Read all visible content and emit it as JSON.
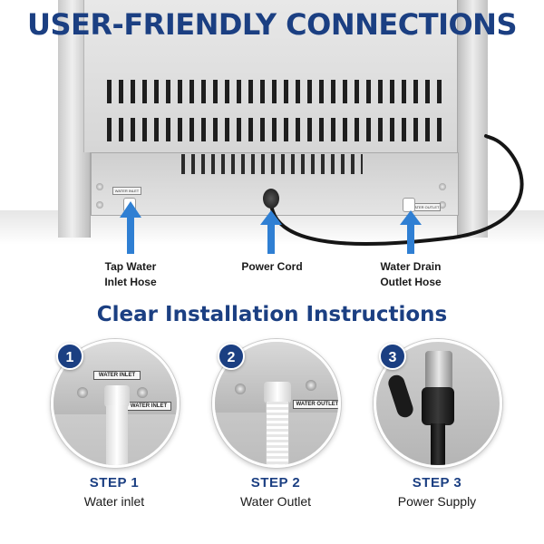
{
  "header": {
    "title": "USER-FRIENDLY CONNECTIONS"
  },
  "machine": {
    "water_inlet_tag": "WATER INLET",
    "water_outlet_tag": "WATER OUTLET"
  },
  "connections": [
    {
      "label_line1": "Tap Water",
      "label_line2": "Inlet Hose"
    },
    {
      "label_line1": "Power Cord",
      "label_line2": ""
    },
    {
      "label_line1": "Water Drain",
      "label_line2": "Outlet Hose"
    }
  ],
  "instructions": {
    "title": "Clear Installation Instructions"
  },
  "steps": [
    {
      "number": "1",
      "title": "STEP 1",
      "desc": "Water inlet",
      "tag_top": "WATER INLET",
      "tag_side": "WATER INLET"
    },
    {
      "number": "2",
      "title": "STEP 2",
      "desc": "Water Outlet",
      "tag_side": "WATER OUTLET"
    },
    {
      "number": "3",
      "title": "STEP 3",
      "desc": "Power Supply"
    }
  ],
  "colors": {
    "brand_blue": "#1b3f82",
    "arrow_blue": "#2f7fd3",
    "steel_light": "#e8e8e8",
    "steel_dark": "#a9a9a9"
  },
  "icons": [
    "arrow-up-icon",
    "power-plug-icon",
    "hose-fitting-icon"
  ]
}
